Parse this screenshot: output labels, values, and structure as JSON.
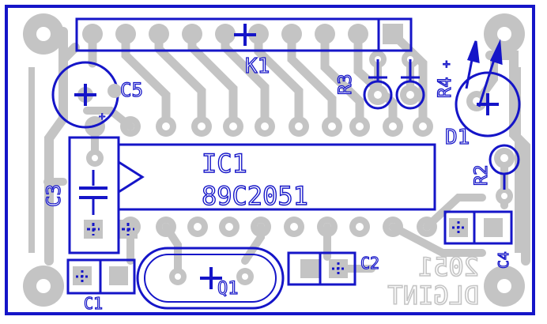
{
  "labels": {
    "k1": "K1",
    "c5": "C5",
    "c5_plus": "+",
    "r3": "R3",
    "r4": "R4",
    "r4_plus": "+",
    "d1": "D1",
    "r2": "R2",
    "ic1_ref": "IC1",
    "ic1_part": "89C2051",
    "c3": "C3",
    "c4": "C4",
    "c2": "C2",
    "c1": "C1",
    "q1": "Q1",
    "board_code": "2051",
    "board_name": "DLGINT"
  },
  "colors": {
    "silkscreen": "#1515c8",
    "copper": "#c4c4c4",
    "background": "#ffffff"
  }
}
